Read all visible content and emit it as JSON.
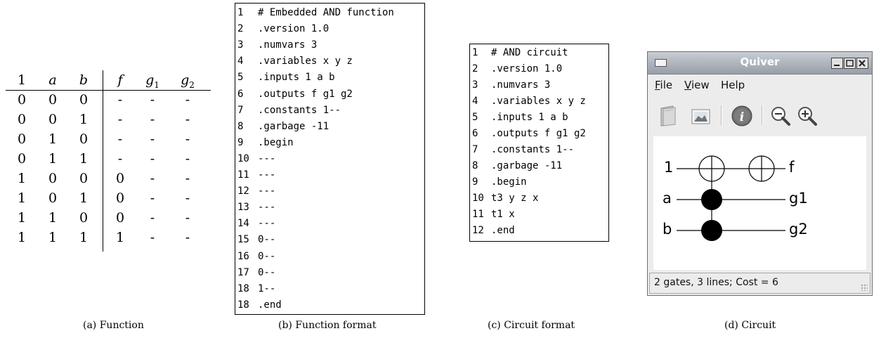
{
  "truth_table": {
    "headers": [
      {
        "base": "1",
        "sub": ""
      },
      {
        "base": "a",
        "sub": ""
      },
      {
        "base": "b",
        "sub": ""
      },
      {
        "base": "f",
        "sub": ""
      },
      {
        "base": "g",
        "sub": "1"
      },
      {
        "base": "g",
        "sub": "2"
      }
    ],
    "rows": [
      [
        "0",
        "0",
        "0",
        "-",
        "-",
        "-"
      ],
      [
        "0",
        "0",
        "1",
        "-",
        "-",
        "-"
      ],
      [
        "0",
        "1",
        "0",
        "-",
        "-",
        "-"
      ],
      [
        "0",
        "1",
        "1",
        "-",
        "-",
        "-"
      ],
      [
        "1",
        "0",
        "0",
        "0",
        "-",
        "-"
      ],
      [
        "1",
        "0",
        "1",
        "0",
        "-",
        "-"
      ],
      [
        "1",
        "1",
        "0",
        "0",
        "-",
        "-"
      ],
      [
        "1",
        "1",
        "1",
        "1",
        "-",
        "-"
      ]
    ]
  },
  "function_format": {
    "lines": [
      {
        "n": "1",
        "text": "# Embedded AND function"
      },
      {
        "n": "2",
        "text": ".version 1.0"
      },
      {
        "n": "3",
        "text": ".numvars 3"
      },
      {
        "n": "4",
        "text": ".variables x y z"
      },
      {
        "n": "5",
        "text": ".inputs 1 a b"
      },
      {
        "n": "6",
        "text": ".outputs f g1 g2"
      },
      {
        "n": "7",
        "text": ".constants 1--"
      },
      {
        "n": "8",
        "text": ".garbage -11"
      },
      {
        "n": "9",
        "text": ".begin"
      },
      {
        "n": "10",
        "text": "---"
      },
      {
        "n": "11",
        "text": "---"
      },
      {
        "n": "12",
        "text": "---"
      },
      {
        "n": "13",
        "text": "---"
      },
      {
        "n": "14",
        "text": "---"
      },
      {
        "n": "15",
        "text": "0--"
      },
      {
        "n": "16",
        "text": "0--"
      },
      {
        "n": "17",
        "text": "0--"
      },
      {
        "n": "18",
        "text": "1--"
      },
      {
        "n": "18",
        "text": ".end"
      }
    ]
  },
  "circuit_format": {
    "lines": [
      {
        "n": "1",
        "text": "# AND circuit"
      },
      {
        "n": "2",
        "text": ".version 1.0"
      },
      {
        "n": "3",
        "text": ".numvars 3"
      },
      {
        "n": "4",
        "text": ".variables x y z"
      },
      {
        "n": "5",
        "text": ".inputs 1 a b"
      },
      {
        "n": "6",
        "text": ".outputs f g1 g2"
      },
      {
        "n": "7",
        "text": ".constants 1--"
      },
      {
        "n": "8",
        "text": ".garbage -11"
      },
      {
        "n": "9",
        "text": ".begin"
      },
      {
        "n": "10",
        "text": "t3 y z x"
      },
      {
        "n": "11",
        "text": "t1 x"
      },
      {
        "n": "12",
        "text": ".end"
      }
    ]
  },
  "quiver": {
    "title": "Quiver",
    "menus": [
      {
        "mnemonic": "F",
        "rest": "ile"
      },
      {
        "mnemonic": "V",
        "rest": "iew"
      },
      {
        "mnemonic": "",
        "rest": "Help"
      }
    ],
    "toolbar_icons": [
      "open-file-icon",
      "image-icon",
      "info-icon",
      "zoom-out-icon",
      "zoom-in-icon"
    ],
    "circuit": {
      "input_labels": [
        "1",
        "a",
        "b"
      ],
      "output_labels": [
        "f",
        "g1",
        "g2"
      ]
    },
    "status": "2 gates, 3 lines; Cost = 6"
  },
  "captions": {
    "a": "(a) Function",
    "b": "(b) Function format",
    "c": "(c) Circuit format",
    "d": "(d) Circuit"
  }
}
